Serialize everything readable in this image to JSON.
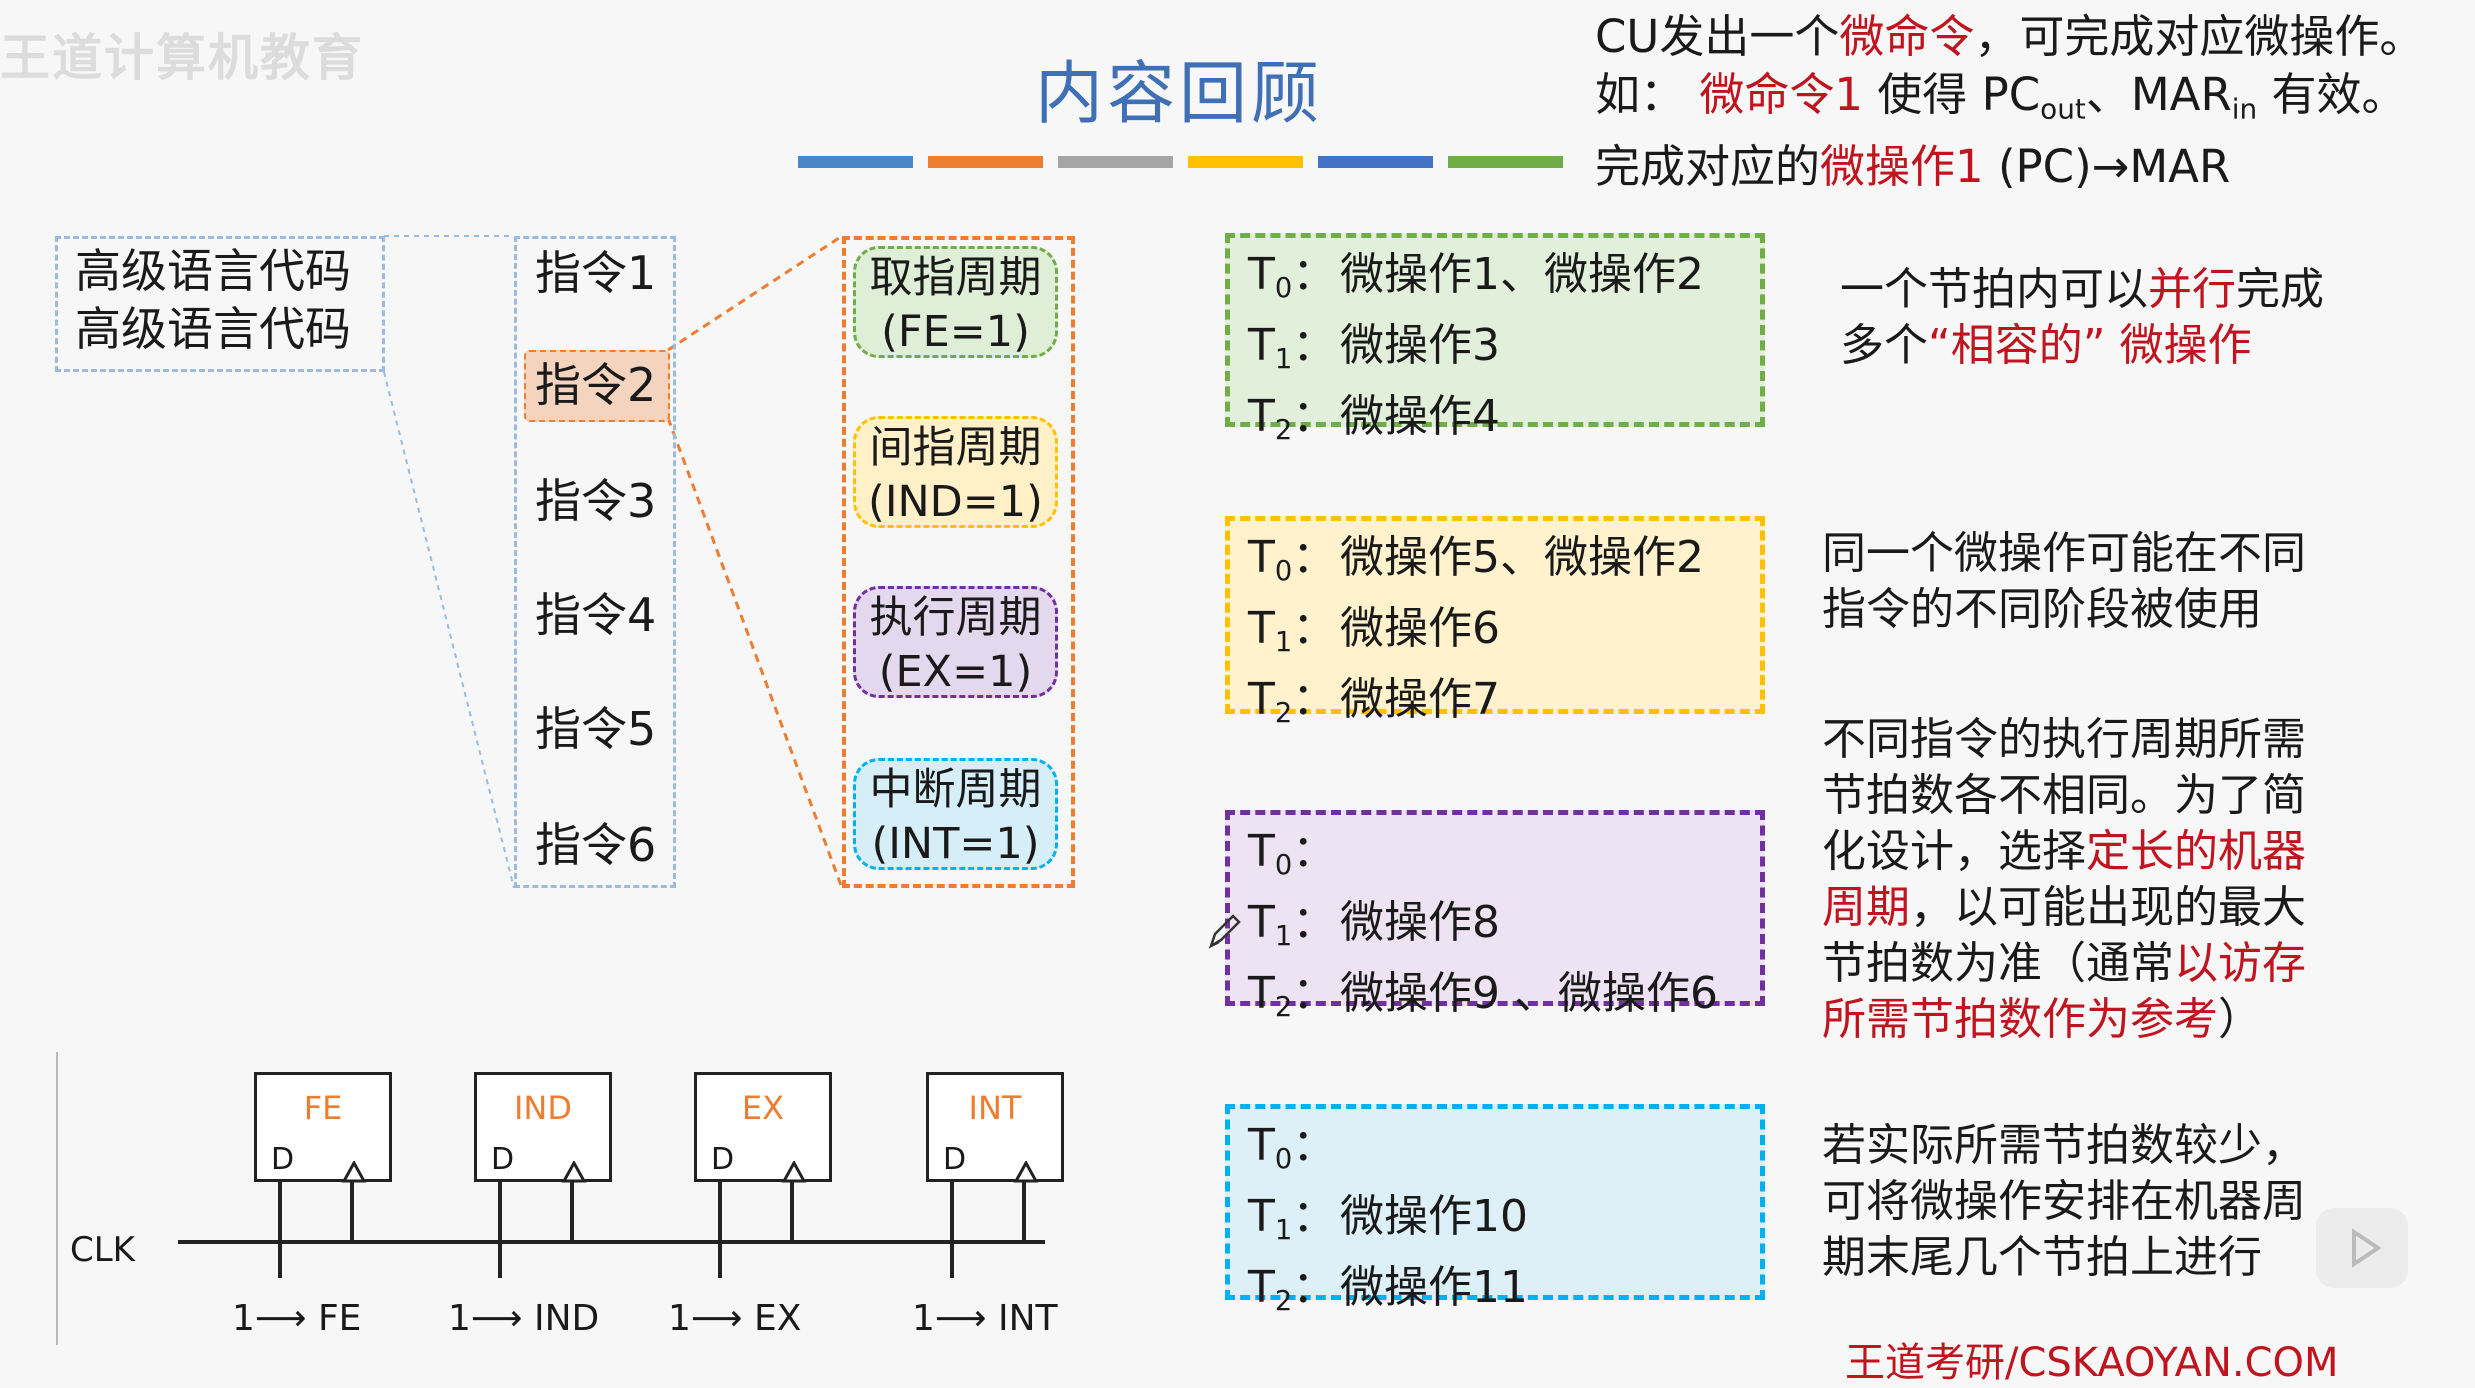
{
  "watermark": "王道计算机教育",
  "title": "内容回顾",
  "color_bars": [
    "#4a86c8",
    "#ed7d31",
    "#a5a5a5",
    "#ffc000",
    "#4472c4",
    "#70ad47"
  ],
  "note": {
    "l1_a": "CU发出一个",
    "l1_b": "微命令",
    "l1_c": "，可完成对应微操作。",
    "l2_a": "如：",
    "l2_b": "微命令1",
    "l2_c": "使得 PC",
    "l2_out": "out",
    "l2_d": "、MAR",
    "l2_in": "in",
    "l2_e": "有效。",
    "l3_a": "完成对应的",
    "l3_b": "微操作1",
    "l3_c": "(PC)→MAR"
  },
  "code": [
    "高级语言代码",
    "高级语言代码"
  ],
  "instructions": [
    "指令1",
    "指令2",
    "指令3",
    "指令4",
    "指令5",
    "指令6"
  ],
  "cycles": [
    {
      "name": "取指周期",
      "cond": "(FE=1)",
      "bg": "#dfeed6",
      "border": "#70ad47"
    },
    {
      "name": "间指周期",
      "cond": "(IND=1)",
      "bg": "#fff0c8",
      "border": "#ffc000"
    },
    {
      "name": "执行周期",
      "cond": "(EX=1)",
      "bg": "#e4d8ee",
      "border": "#7030a0"
    },
    {
      "name": "中断周期",
      "cond": "(INT=1)",
      "bg": "#d6eef8",
      "border": "#00b0f0"
    }
  ],
  "timing_boxes": [
    {
      "rows": [
        {
          "t": "T",
          "s": "0",
          "op": "微操作1、微操作2"
        },
        {
          "t": "T",
          "s": "1",
          "op": "微操作3"
        },
        {
          "t": "T",
          "s": "2",
          "op": "微操作4"
        }
      ],
      "bg": "#e2efda",
      "border": "#70ad47"
    },
    {
      "rows": [
        {
          "t": "T",
          "s": "0",
          "op": "微操作5、微操作2"
        },
        {
          "t": "T",
          "s": "1",
          "op": "微操作6"
        },
        {
          "t": "T",
          "s": "2",
          "op": "微操作7"
        }
      ],
      "bg": "#fff2cc",
      "border": "#ffc000"
    },
    {
      "rows": [
        {
          "t": "T",
          "s": "0",
          "op": ""
        },
        {
          "t": "T",
          "s": "1",
          "op": "微操作8"
        },
        {
          "t": "T",
          "s": "2",
          "op": "微操作9 、微操作6"
        }
      ],
      "bg": "#ede3f3",
      "border": "#7030a0"
    },
    {
      "rows": [
        {
          "t": "T",
          "s": "0",
          "op": ""
        },
        {
          "t": "T",
          "s": "1",
          "op": "微操作10"
        },
        {
          "t": "T",
          "s": "2",
          "op": "微操作11"
        }
      ],
      "bg": "#ddf0f8",
      "border": "#00b0f0"
    }
  ],
  "notes": {
    "n1": {
      "l1_a": "一个节拍内可以",
      "l1_b": "并行",
      "l1_c": "完成",
      "l2_a": "多个",
      "l2_b": "“相容的” 微操作"
    },
    "n2": {
      "l1": "同一个微操作可能在不同",
      "l2": "指令的不同阶段被使用"
    },
    "n3": {
      "l1": "不同指令的执行周期所需",
      "l2": "节拍数各不相同。为了简",
      "l3_a": "化设计，选择",
      "l3_b": "定长的机器",
      "l4_a": "周期",
      "l4_b": "，以可能出现的最大",
      "l5_a": "节拍数为准（通常",
      "l5_b": "以访存",
      "l6_a": "所需节拍数作为参考",
      "l6_b": "）"
    },
    "n4": {
      "l1": "若实际所需节拍数较少，",
      "l2": "可将微操作安排在机器周",
      "l3": "期末尾几个节拍上进行"
    }
  },
  "flipflops": [
    {
      "name": "FE",
      "d": "D",
      "out": "1⟶ FE"
    },
    {
      "name": "IND",
      "d": "D",
      "out": "1⟶ IND"
    },
    {
      "name": "EX",
      "d": "D",
      "out": "1⟶ EX"
    },
    {
      "name": "INT",
      "d": "D",
      "out": "1⟶ INT"
    }
  ],
  "clk": "CLK",
  "footer": "王道考研/CSKAOYAN.COM"
}
